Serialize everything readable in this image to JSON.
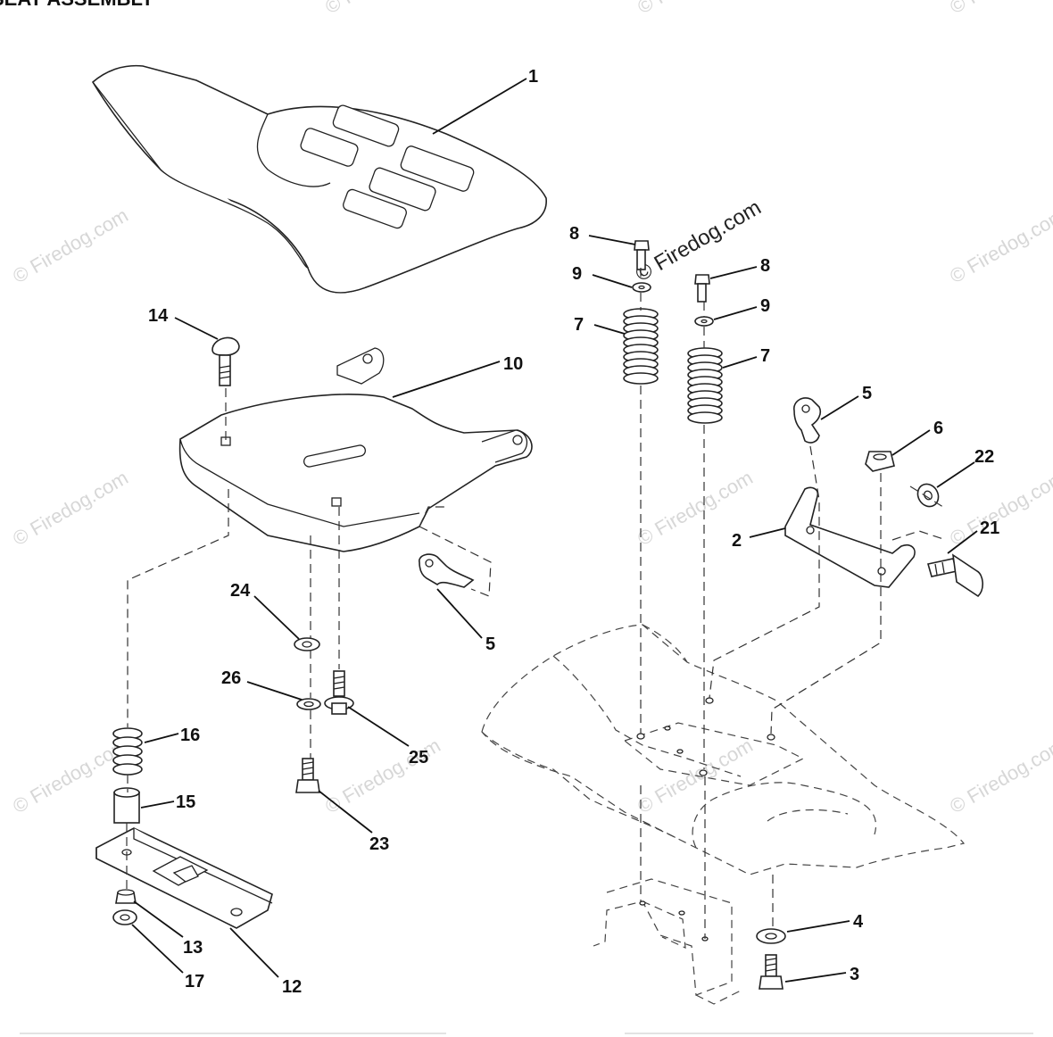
{
  "title": "SEAT ASSEMBLY",
  "watermark": "© Firedog.com",
  "callouts": {
    "c1": "1",
    "c14": "14",
    "c10": "10",
    "c24": "24",
    "c26": "26",
    "c25": "25",
    "c23": "23",
    "c16": "16",
    "c15": "15",
    "c13": "13",
    "c17": "17",
    "c12": "12",
    "c5a": "5",
    "c8a": "8",
    "c9a": "9",
    "c7a": "7",
    "c8b": "8",
    "c9b": "9",
    "c7b": "7",
    "c5b": "5",
    "c6": "6",
    "c22": "22",
    "c2": "2",
    "c21": "21",
    "c4": "4",
    "c3": "3"
  }
}
